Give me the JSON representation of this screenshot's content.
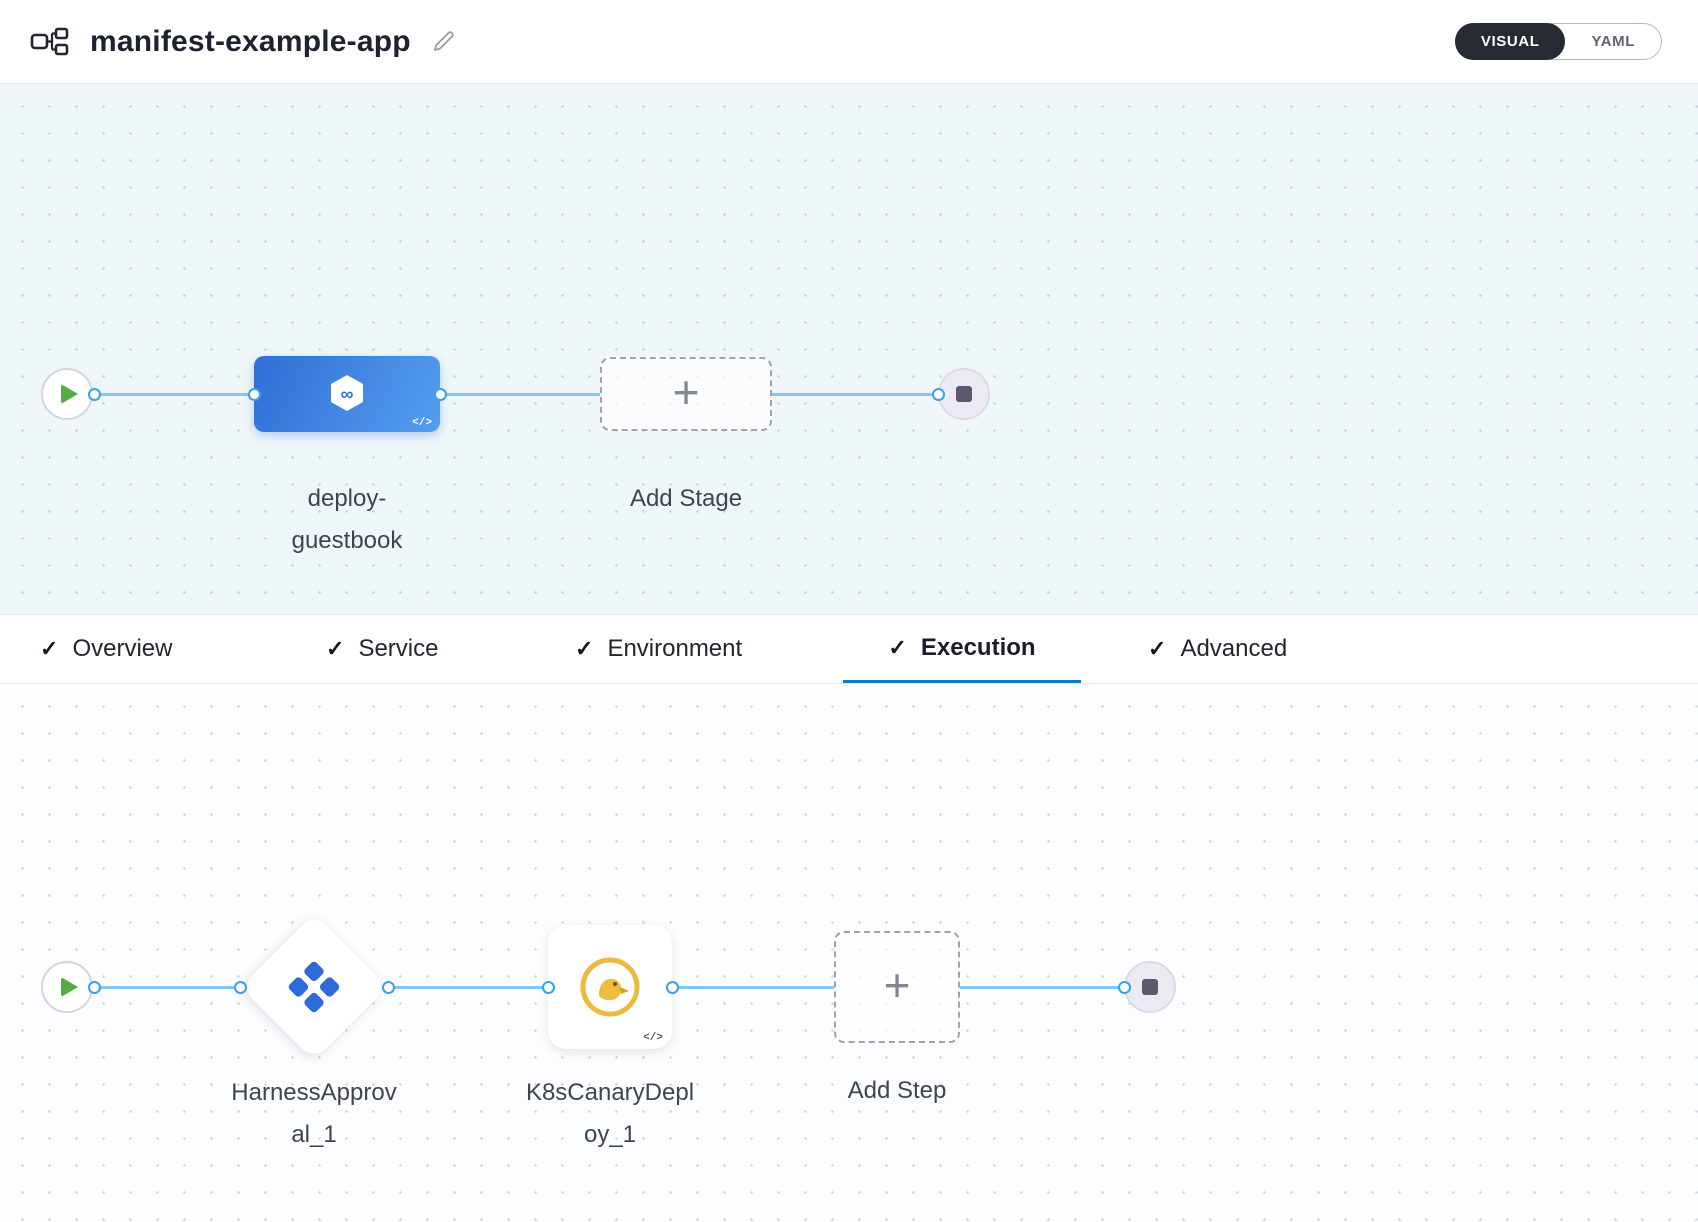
{
  "header": {
    "title": "manifest-example-app",
    "view_toggle": {
      "visual": "VISUAL",
      "yaml": "YAML"
    }
  },
  "stage_pipeline": {
    "stage_name_lines": [
      "deploy-",
      "guestbook"
    ],
    "add_stage_label": "Add Stage",
    "code_badge": "</>"
  },
  "tabs": [
    {
      "label": "Overview",
      "active": false
    },
    {
      "label": "Service",
      "active": false
    },
    {
      "label": "Environment",
      "active": false
    },
    {
      "label": "Execution",
      "active": true
    },
    {
      "label": "Advanced",
      "active": false
    }
  ],
  "execution": {
    "step1_name_lines": [
      "HarnessApprov",
      "al_1"
    ],
    "step2_name_lines": [
      "K8sCanaryDepl",
      "oy_1"
    ],
    "add_step_label": "Add Step",
    "code_badge": "</>"
  },
  "icons": {
    "plus": "+",
    "check": "✓",
    "infinity": "∞"
  },
  "colors": {
    "accent_blue": "#0b79cf",
    "stage_node_blue": "#3d7de0",
    "edge_blue": "#82c8f2",
    "approval_blue": "#2e6bd6",
    "canary_gold": "#edb93f",
    "play_green": "#57ab46",
    "toggle_dark": "#252a33"
  }
}
